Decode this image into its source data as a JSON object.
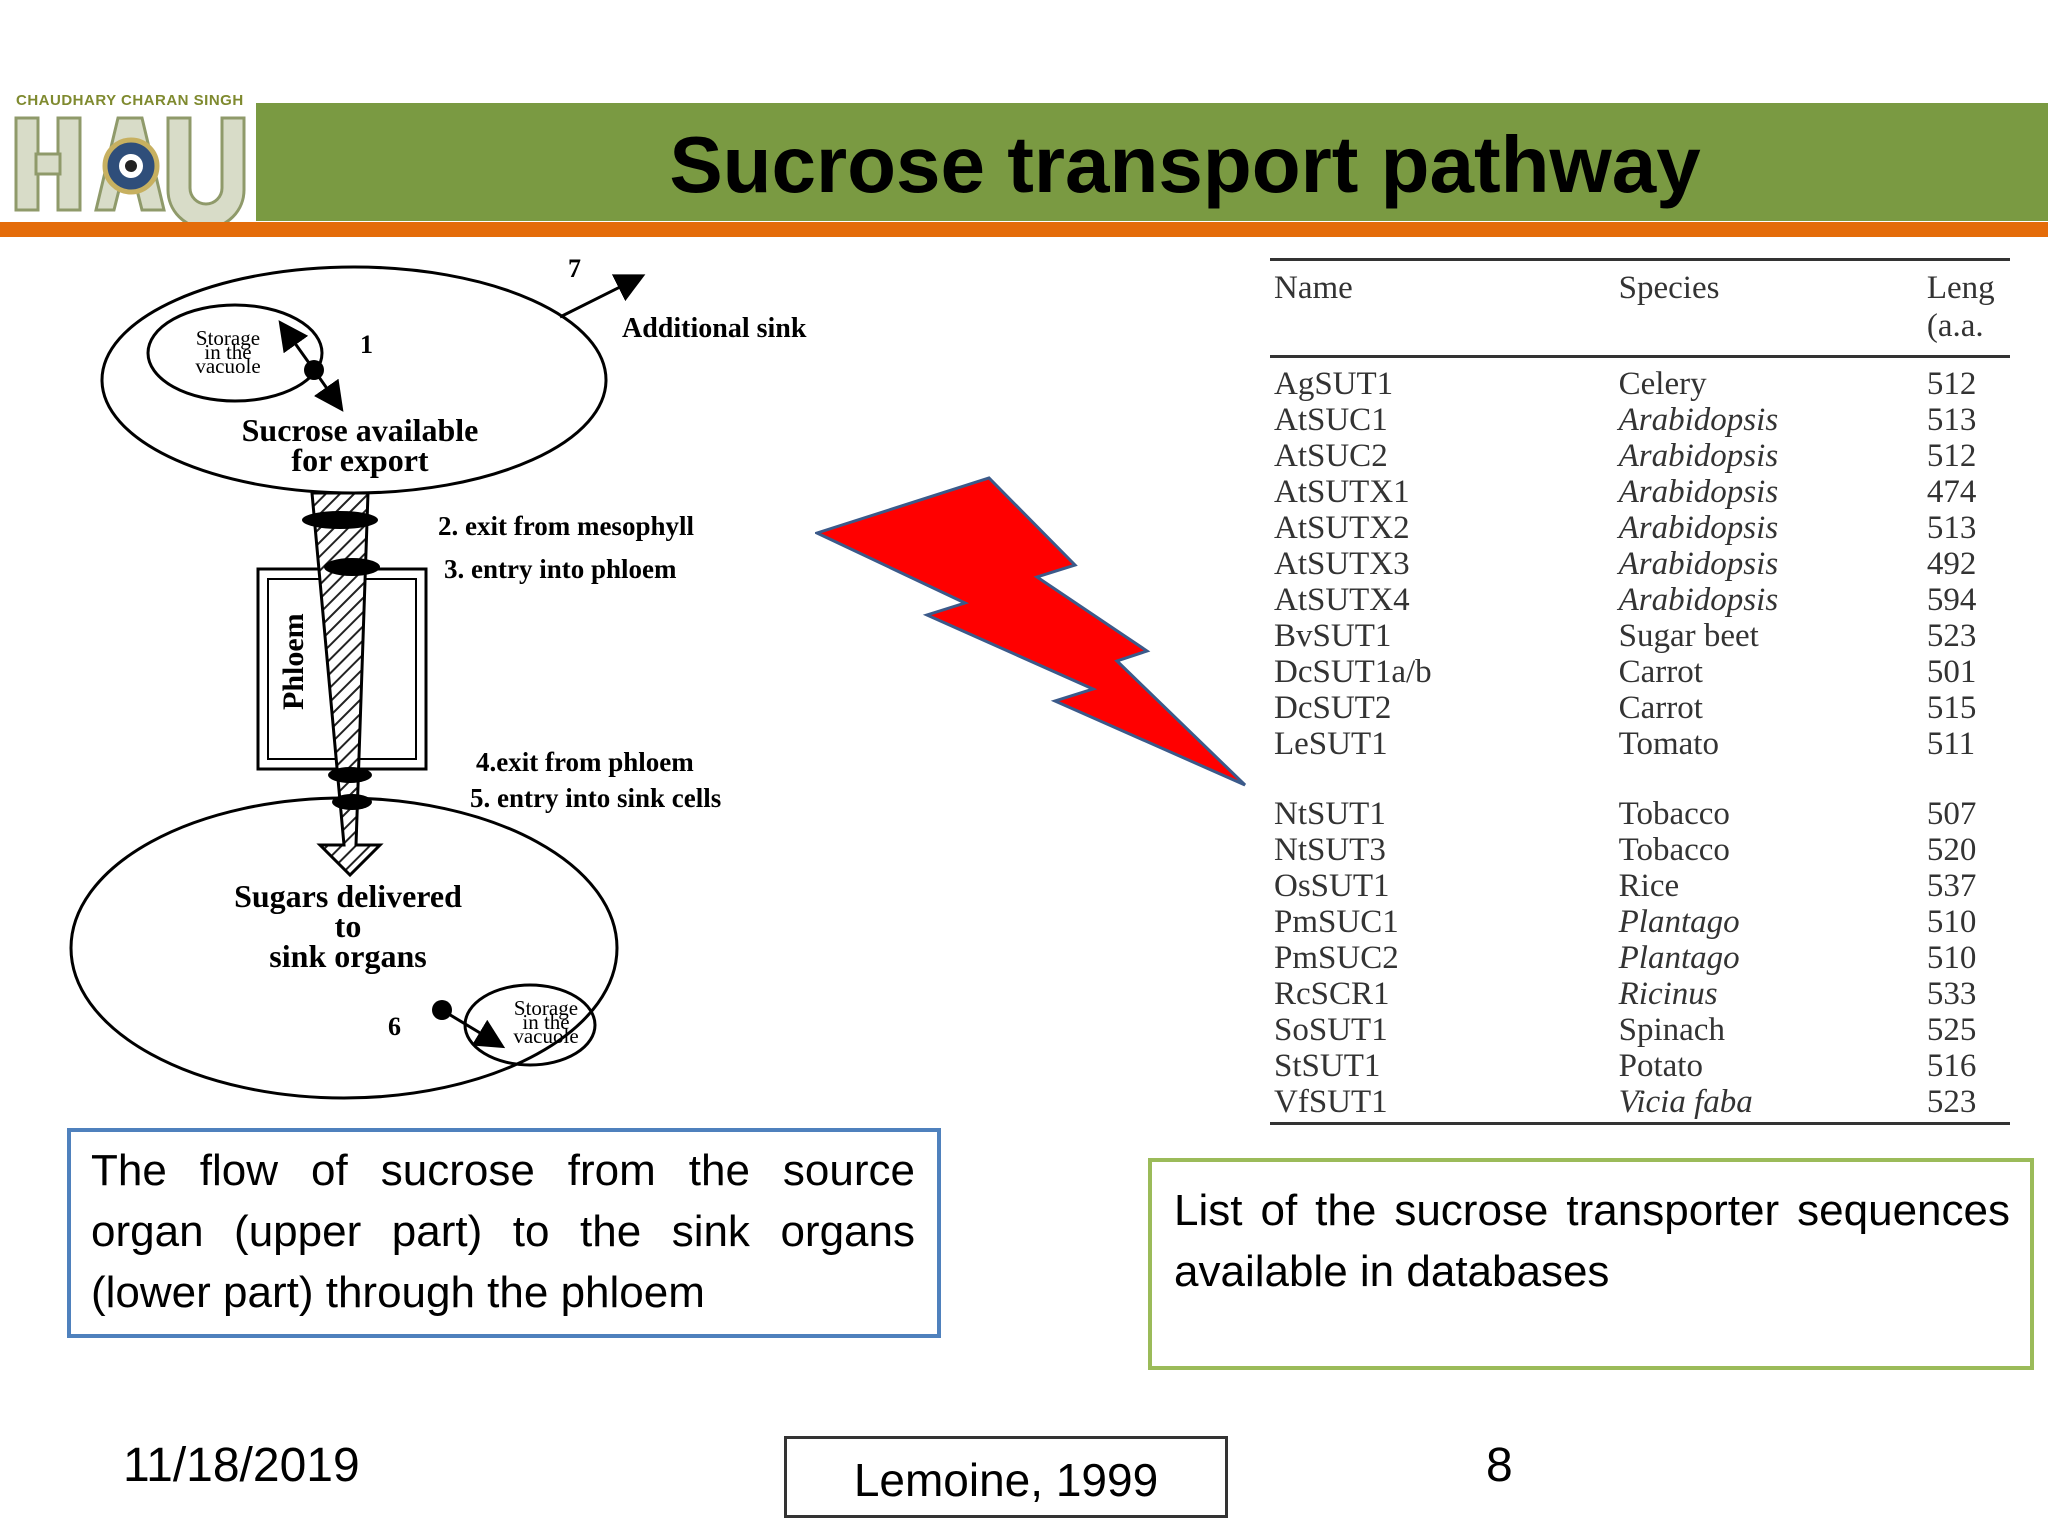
{
  "header": {
    "logo_caption": "CHAUDHARY CHARAN SINGH",
    "logo_letters": "HAU",
    "title": "Sucrose transport pathway",
    "colors": {
      "bar": "#7a9a42",
      "rule": "#e46c0a"
    }
  },
  "diagram": {
    "storage_top": [
      "Storage",
      "in the",
      "vacuole"
    ],
    "step1": "1",
    "step7": "7",
    "additional_sink": "Additional sink",
    "source_text": [
      "Sucrose available",
      "for export"
    ],
    "step2": "2. exit from mesophyll",
    "step3": "3. entry into phloem",
    "phloem": "Phloem",
    "step4": "4.exit from phloem",
    "step5": "5. entry into sink cells",
    "sink_text": [
      "Sugars delivered",
      "to",
      "sink organs"
    ],
    "step6": "6",
    "storage_bottom": [
      "Storage",
      "in the",
      "vacuole"
    ]
  },
  "left_caption": "The flow of sucrose from the source organ (upper part) to the sink organs (lower part) through the phloem",
  "table": {
    "headers": {
      "name": "Name",
      "species": "Species",
      "length_1": "Leng",
      "length_2": "(a.a."
    },
    "rows": [
      {
        "name": "AgSUT1",
        "species": "Celery",
        "length": "512"
      },
      {
        "name": "AtSUC1",
        "species": "Arabidopsis",
        "length": "513"
      },
      {
        "name": "AtSUC2",
        "species": "Arabidopsis",
        "length": "512"
      },
      {
        "name": "AtSUTX1",
        "species": "Arabidopsis",
        "length": "474"
      },
      {
        "name": "AtSUTX2",
        "species": "Arabidopsis",
        "length": "513"
      },
      {
        "name": "AtSUTX3",
        "species": "Arabidopsis",
        "length": "492"
      },
      {
        "name": "AtSUTX4",
        "species": "Arabidopsis",
        "length": "594"
      },
      {
        "name": "BvSUT1",
        "species": "Sugar beet",
        "length": "523"
      },
      {
        "name": "DcSUT1a/b",
        "species": "Carrot",
        "length": "501"
      },
      {
        "name": "DcSUT2",
        "species": "Carrot",
        "length": "515"
      },
      {
        "name": "LeSUT1",
        "species": "Tomato",
        "length": "511"
      },
      {
        "name": "NtSUT1",
        "species": "Tobacco",
        "length": "507"
      },
      {
        "name": "NtSUT3",
        "species": "Tobacco",
        "length": "520"
      },
      {
        "name": "OsSUT1",
        "species": "Rice",
        "length": "537"
      },
      {
        "name": "PmSUC1",
        "species": "Plantago",
        "length": "510"
      },
      {
        "name": "PmSUC2",
        "species": "Plantago",
        "length": "510"
      },
      {
        "name": "RcSCR1",
        "species": "Ricinus",
        "length": "533"
      },
      {
        "name": "SoSUT1",
        "species": "Spinach",
        "length": "525"
      },
      {
        "name": "StSUT1",
        "species": "Potato",
        "length": "516"
      },
      {
        "name": "VfSUT1",
        "species": "Vicia faba",
        "length": "523"
      }
    ]
  },
  "right_caption": "List of the sucrose transporter sequences available in databases",
  "footer": {
    "date": "11/18/2019",
    "citation": "Lemoine, 1999",
    "page_number": "8"
  }
}
